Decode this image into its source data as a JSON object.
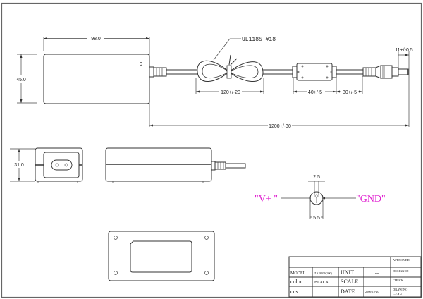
{
  "drawing": {
    "title": "Power adapter outline drawing",
    "dimensions": {
      "top_width": "98.0",
      "top_height": "45.0",
      "side_height": "31.0",
      "cable_label": "UL1185  #18",
      "cable_loop": "120+/-20",
      "ferrite_length": "40+/-5",
      "ferrite_offset": "30+/-5",
      "plug_length": "11+/-0.5",
      "cable_total": "1200+/-30",
      "plug_inner": "2.5",
      "plug_outer": "5.5"
    },
    "polarity": {
      "left": "\"V+ \"",
      "right": "\"GND\""
    }
  },
  "title_block": {
    "approved": "APPROVED",
    "model_label": "MODEL",
    "model_value": "ZA1820A(200)",
    "unit_label": "UNIT",
    "unit_value": "mm",
    "designed": "DESIGNED",
    "color_label": "color",
    "color_value": "BLACK",
    "scale_label": "SCALE",
    "scale_value": "",
    "check": "CHECK",
    "cus_label": "cus.",
    "cus_value": "",
    "date_label": "DATE",
    "date_value": "2006-12-20",
    "drawing_label": "DRAWING",
    "drawing_value": "L.J.YU"
  }
}
